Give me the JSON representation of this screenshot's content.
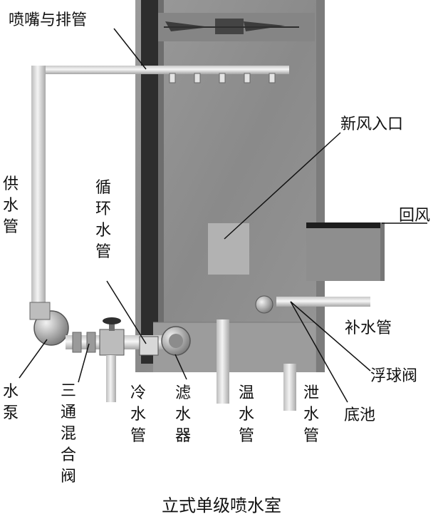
{
  "title": "立式单级喷水室",
  "labels": {
    "nozzle_header": "喷嘴与排管",
    "fresh_air_inlet": "新风入口",
    "supply_pipe": "供水管",
    "return_air": "回风",
    "circulation_pipe": "循环水管",
    "makeup_pipe": "补水管",
    "float_valve": "浮球阀",
    "pump": "水泵",
    "three_way_valve": "三通混合阀",
    "cold_water_pipe": "冷水管",
    "strainer": "滤水器",
    "warm_water_pipe": "温水管",
    "drain_pipe": "泄水管",
    "bottom_pool": "底池"
  }
}
